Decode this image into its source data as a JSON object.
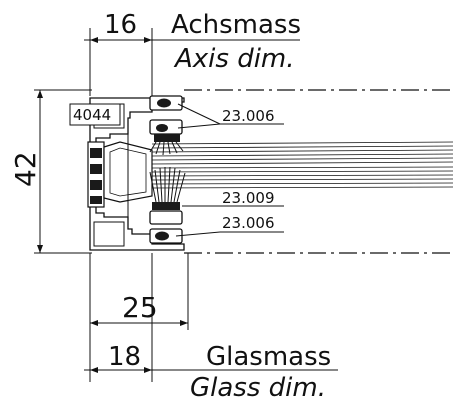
{
  "labels": {
    "dim_top": "16",
    "axis_de": "Achsmass",
    "axis_en": "Axis dim.",
    "profile_code": "4044",
    "height_dim": "42",
    "part_top": "23.006",
    "part_brush": "23.009",
    "part_bottom": "23.006",
    "width_dim": "25",
    "dim_glass": "18",
    "glass_de": "Glasmass",
    "glass_en": "Glass dim."
  },
  "colors": {
    "line": "#111111",
    "fill_dark": "#1a1a1a",
    "fill_white": "#ffffff"
  }
}
